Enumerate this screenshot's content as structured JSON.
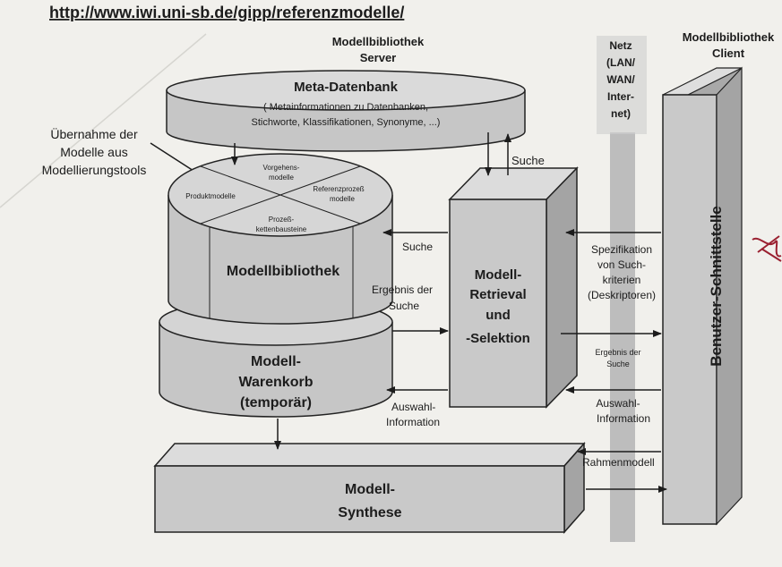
{
  "header": {
    "url": "http://www.iwi.uni-sb.de/gipp/referenzmodelle/"
  },
  "server": {
    "title_line1": "Modellbibliothek",
    "title_line2": "Server"
  },
  "client": {
    "title_line1": "Modellbibliothek",
    "title_line2": "Client"
  },
  "network": {
    "lines": [
      "Netz",
      "(LAN/",
      "WAN/",
      "Inter-",
      "net)"
    ]
  },
  "meta_db": {
    "title": "Meta-Datenbank",
    "desc_line1": "( Metainformationen zu Datenbanken,",
    "desc_line2": "Stichworte, Klassifikationen, Synonyme, ...)"
  },
  "import_note": {
    "lines": [
      "Übernahme der",
      "Modelle aus",
      "Modellierungstools"
    ]
  },
  "library": {
    "title": "Modellbibliothek",
    "segments": {
      "vorgehen_line1": "Vorgehens-",
      "vorgehen_line2": "modelle",
      "produkt": "Produktmodelle",
      "referenz_line1": "Referenzprozeß",
      "referenz_line2": "modelle",
      "prozess_line1": "Prozeß-",
      "prozess_line2": "kettenbausteine"
    }
  },
  "basket": {
    "line1": "Modell-",
    "line2": "Warenkorb",
    "line3": "(temporär)"
  },
  "retrieval": {
    "line1": "Modell-",
    "line2": "Retrieval",
    "line3": "und",
    "line4": "-Selektion"
  },
  "synthesis": {
    "line1": "Modell-",
    "line2": "Synthese"
  },
  "ui": {
    "label": "Benutzer-Schnittstelle"
  },
  "arrow_labels": {
    "suche_top": "Suche",
    "suche_left": "Suche",
    "ergebnis_left_line1": "Ergebnis der",
    "ergebnis_left_line2": "Suche",
    "auswahl_left_line1": "Auswahl-",
    "auswahl_left_line2": "Information",
    "spezifikation": [
      "Spezifikation",
      "von Such-",
      "kriterien",
      "(Deskriptoren)"
    ],
    "ergebnis_right_line1": "Ergebnis der",
    "ergebnis_right_line2": "Suche",
    "auswahl_right_line1": "Auswahl-",
    "auswahl_right_line2": "Information",
    "rahmenmodell": "Rahmenmodell"
  },
  "colors": {
    "paper": "#f1f0ec",
    "block_front": "#c9c9c9",
    "block_side": "#a4a4a4",
    "block_top": "#dcdcdc",
    "ink": "#1c1c1c",
    "network_bar": "#bdbdbd",
    "ink_mark": "#9a2030"
  }
}
